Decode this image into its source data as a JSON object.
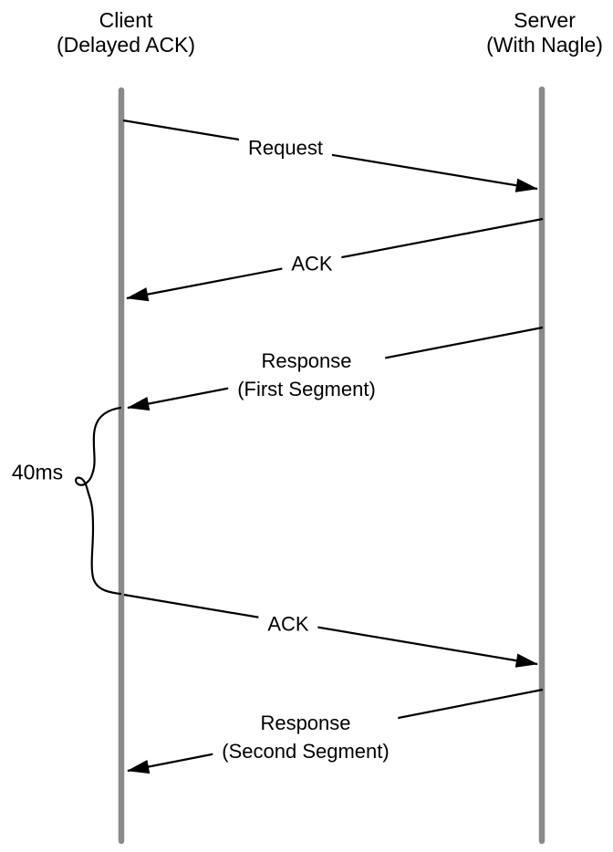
{
  "actors": [
    {
      "name": "Client",
      "qualifier": "(Delayed ACK)"
    },
    {
      "name": "Server",
      "qualifier": "(With Nagle)"
    }
  ],
  "messages": [
    {
      "text": "Request",
      "from": "client",
      "to": "server"
    },
    {
      "text": "ACK",
      "from": "server",
      "to": "client"
    },
    {
      "text": "Response",
      "text2": "(First Segment)",
      "from": "server",
      "to": "client"
    },
    {
      "text": "ACK",
      "from": "client",
      "to": "server"
    },
    {
      "text": "Response",
      "text2": "(Second Segment)",
      "from": "server",
      "to": "client"
    }
  ],
  "annotation": {
    "text": "40ms"
  },
  "colors": {
    "lifeline": "#8a8a8a",
    "arrow": "#000000",
    "background": "#ffffff",
    "text": "#000000"
  }
}
